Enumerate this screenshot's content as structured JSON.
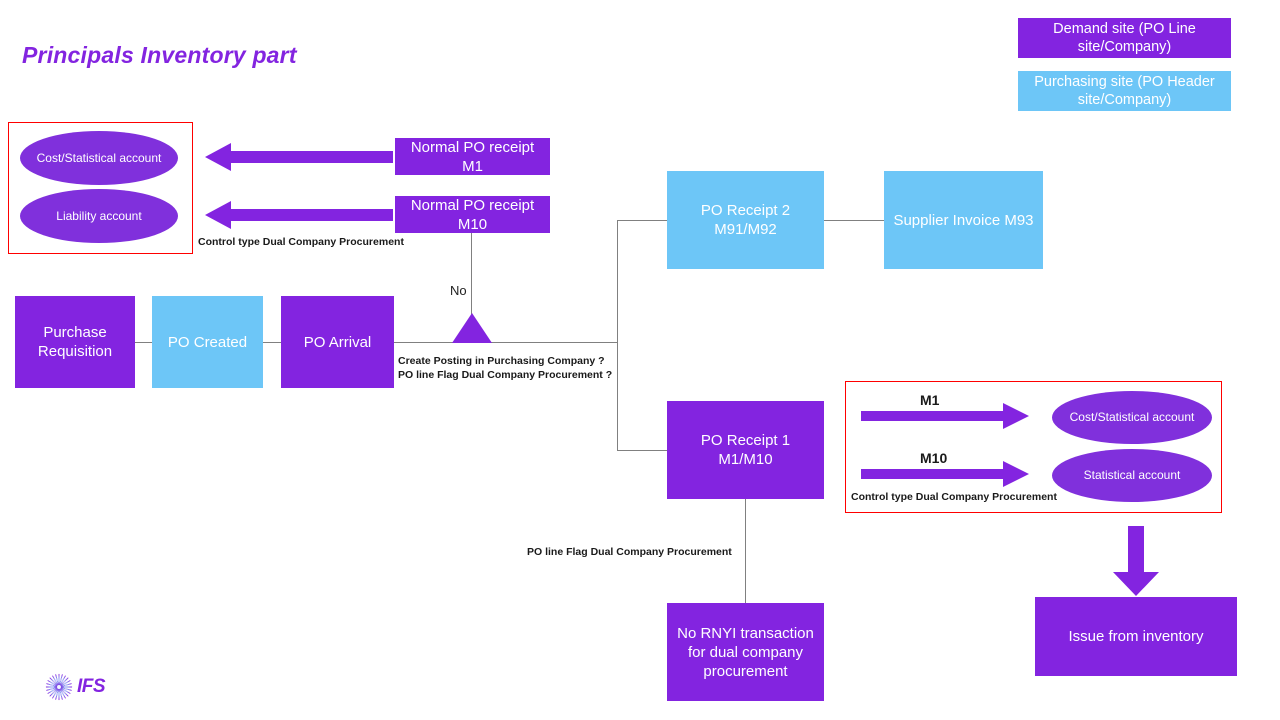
{
  "page": {
    "title": "Principals Inventory part",
    "colors": {
      "purple": "#8324E0",
      "ellipse_purple": "#8030DC",
      "blue": "#6DC6F7",
      "red_outline": "#FF0000",
      "connector_gray": "#808080",
      "note_text": "#1a1a1a"
    }
  },
  "legend": {
    "demand_site": "Demand site (PO Line site/Company)",
    "purchasing_site": "Purchasing site (PO Header site/Company)"
  },
  "nodes": {
    "purchase_requisition": "Purchase Requisition",
    "po_created": "PO Created",
    "po_arrival": "PO Arrival",
    "normal_po_receipt_m1": "Normal PO receipt M1",
    "normal_po_receipt_m10": "Normal PO receipt M10",
    "po_receipt_2": "PO Receipt 2 M91/M92",
    "supplier_invoice": "Supplier Invoice M93",
    "po_receipt_1": "PO Receipt 1 M1/M10",
    "no_rnyi": "No RNYI transaction for dual company procurement",
    "issue_from_inventory": "Issue from inventory"
  },
  "ellipses": {
    "cost_statistical_left": "Cost/Statistical account",
    "liability_left": "Liability account",
    "cost_statistical_right": "Cost/Statistical account",
    "statistical_right": "Statistical account"
  },
  "annotations": {
    "control_type_left": "Control type Dual Company Procurement",
    "control_type_right": "Control type Dual Company Procurement",
    "decision_line1": "Create Posting in Purchasing Company ?",
    "decision_line2": "PO line Flag Dual Company Procurement ?",
    "po_line_flag": "PO line Flag Dual Company Procurement",
    "no_label": "No",
    "arrow_tag_m1": "M1",
    "arrow_tag_m10": "M10"
  },
  "branding": {
    "logo_text": "IFS",
    "logo_icon": "sunburst-icon"
  }
}
